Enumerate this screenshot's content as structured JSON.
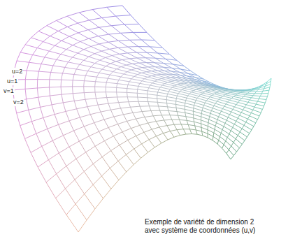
{
  "diagram": {
    "caption": "Exemple de variété de dimension 2 avec système de coordonnées (u,v)",
    "labels": [
      "u=2",
      "u=1",
      "v=1",
      "v=2"
    ]
  }
}
